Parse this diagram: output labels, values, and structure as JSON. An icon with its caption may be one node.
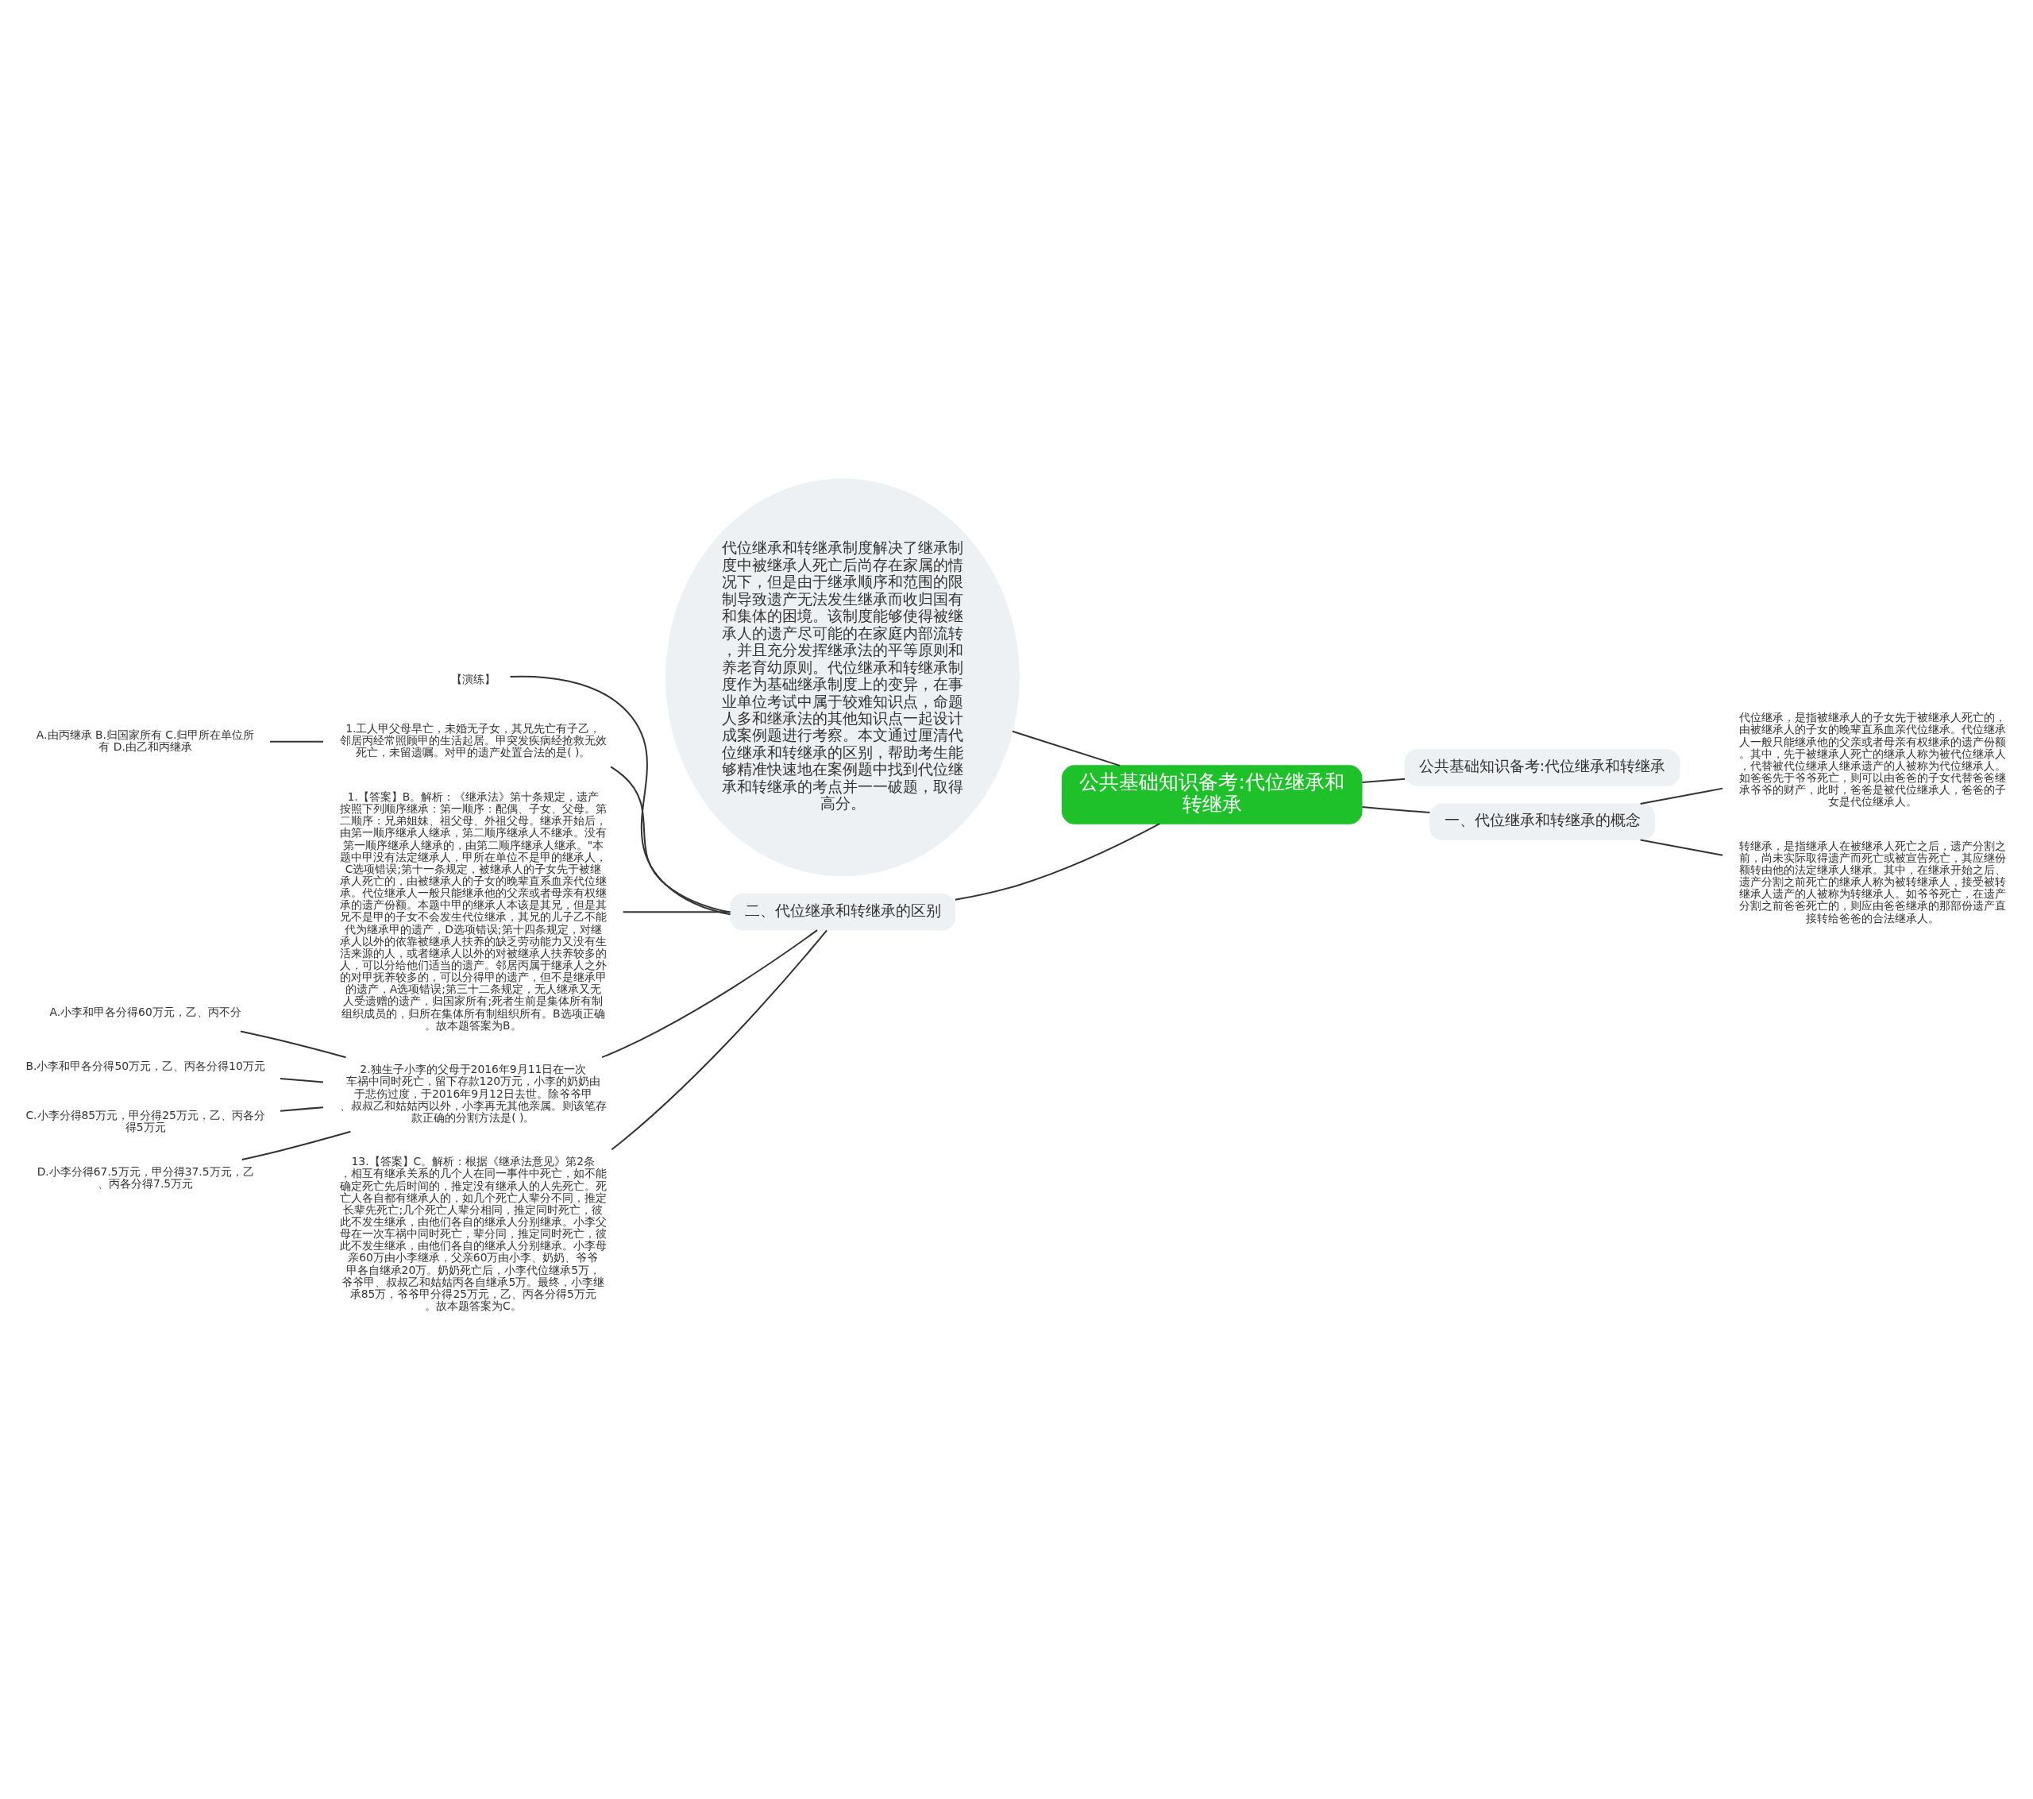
{
  "diagram": {
    "nodes": [
      {
        "text": [
          "公共基础知识备考:代位继承和转继承"
        ]
      },
      {
        "text": [
          "代位继承和转继承制度解决了继承制度中被继承人死亡后尚存在家属的情况下，但是由于继承顺序和范围的限制导致遗产无法发生继承而收归国有和集体的困境。该制度能够使得被继承人的遗产尽可能的在家庭内部流转，并且充分发挥继承法的平等原则和养老育幼原则。代位继承和转继承制度作为基础继承制度上的变异，在事业单位考试中属于较难知识点，命题人多和继承法的其他知识点一起设计成案例题进行考察。本文通过厘清代位继承和转继承的区别，帮助考生能够精准快速地在案例题中找到代位继承和转继承的考点并一一破题，取得高分。"
        ]
      },
      {
        "text": [
          "公共基础知识备考:代位继承和转继承"
        ]
      },
      {
        "text": [
          "一、代位继承和转继承的概念"
        ]
      },
      {
        "text": [
          "代位继承，是指被继承人的子女先于被继承人死亡的，由被继承人的子女的晚辈直系血亲代位继承。代位继承人一般只能继承他的父亲或者母亲有权继承的遗产份额。其中，先于被继承人死亡的继承人称为被代位继承人，代替被代位继承人继承遗产的人被称为代位继承人。如爸爸先于爷爷死亡，则可以由爸爸的子女代替爸爸继承爷爷的财产，此时，爸爸是被代位继承人，爸爸的子女是代位继承人。"
        ]
      },
      {
        "text": [
          "转继承，是指继承人在被继承人死亡之后，遗产分割之前，尚未实际取得遗产而死亡或被宣告死亡，其应继份额转由他的法定继承人继承。其中，在继承开始之后、遗产分割之前死亡的继承人称为被转继承人，接受被转继承人遗产的人被称为转继承人。如爷爷死亡，在遗产分割之前爸爸死亡的，则应由爸爸继承的那部份遗产直接转给爸爸的合法继承人。"
        ]
      },
      {
        "text": [
          "二、代位继承和转继承的区别"
        ]
      },
      {
        "text": [
          "【演练】"
        ]
      },
      {
        "text": [
          "1.工人甲父母早亡，未婚无子女，其兄先亡有子乙，邻居丙经常照顾甲的生活起居。甲突发疾病经抢救无效死亡，未留遗嘱。对甲的遗产处置合法的是( )。"
        ]
      },
      {
        "text": [
          "1.【答案】B。解析：《继承法》第十条规定，遗产按照下列顺序继承：第一顺序：配偶、子女、父母。第二顺序：兄弟姐妹、祖父母、外祖父母。继承开始后，由第一顺序继承人继承，第二顺序继承人不继承。没有第一顺序继承人继承的，由第二顺序继承人继承。\"本题中甲没有法定继承人，甲所在单位不是甲的继承人，C选项错误;第十一条规定，被继承人的子女先于被继承人死亡的，由被继承人的子女的晚辈直系血亲代位继承。代位继承人一般只能继承他的父亲或者母亲有权继承的遗产份额。本题中甲的继承人本该是其兄，但是其兄不是甲的子女不会发生代位继承，其兄的儿子乙不能代为继承甲的遗产，D选项错误;第十四条规定，对继承人以外的依靠被继承人扶养的缺乏劳动能力又没有生活来源的人，或者继承人以外的对被继承人扶养较多的人，可以分给他们适当的遗产。邻居丙属于继承人之外的对甲抚养较多的，可以分得甲的遗产，但不是继承甲的遗产，A选项错误;第三十二条规定，无人继承又无人受遗赠的遗产，归国家所有;死者生前是集体所有制组织成员的，归所在集体所有制组织所有。B选项正确。故本题答案为B。"
        ]
      },
      {
        "text": [
          "2.独生子小李的父母于2016年9月11日在一次车祸中同时死亡，留下存款120万元，小李的奶奶由于悲伤过度，于2016年9月12日去世。除爷爷甲、叔叔乙和姑姑丙以外，小李再无其他亲属。则该笔存款正确的分割方法是( )。"
        ]
      },
      {
        "text": [
          "13.【答案】C。解析：根据《继承法意见》第2条，相互有继承关系的几个人在同一事件中死亡，如不能确定死亡先后时间的，推定没有继承人的人先死亡。死亡人各自都有继承人的，如几个死亡人辈分不同，推定长辈先死亡;几个死亡人辈分相同，推定同时死亡，彼此不发生继承，由他们各自的继承人分别继承。小李父母在一次车祸中同时死亡，辈分同，推定同时死亡，彼此不发生继承，由他们各自的继承人分别继承。小李母亲60万由小李继承，父亲60万由小李、奶奶、爷爷甲各自继承20万。奶奶死亡后，小李代位继承5万，爷爷甲、叔叔乙和姑姑丙各自继承5万。最终，小李继承85万，爷爷甲分得25万元，乙、丙各分得5万元。故本题答案为C。"
        ]
      },
      {
        "text": [
          "A.由丙继承 B.归国家所有 C.归甲所在单位所有 D.由乙和丙继承"
        ]
      },
      {
        "text": [
          "A.小李和甲各分得60万元，乙、丙不分"
        ]
      },
      {
        "text": [
          "B.小李和甲各分得50万元，乙、丙各分得10万元"
        ]
      },
      {
        "text": [
          "C.小李分得85万元，甲分得25万元，乙、丙各分得5万元"
        ]
      },
      {
        "text": [
          "D.小李分得67.5万元，甲分得37.5万元，乙、丙各分得7.5万元"
        ]
      }
    ],
    "edges": [
      {
        "from": 0,
        "to": 1,
        "arrow": "none"
      },
      {
        "from": 0,
        "to": 2,
        "arrow": "none"
      },
      {
        "from": 0,
        "to": 3,
        "arrow": "none"
      },
      {
        "from": 3,
        "to": 4,
        "arrow": "none"
      },
      {
        "from": 3,
        "to": 5,
        "arrow": "none"
      },
      {
        "from": 0,
        "to": 6,
        "arrow": "none"
      },
      {
        "from": 6,
        "to": 7,
        "arrow": "none"
      },
      {
        "from": 6,
        "to": 8,
        "arrow": "none"
      },
      {
        "from": 6,
        "to": 9,
        "arrow": "none"
      },
      {
        "from": 6,
        "to": 10,
        "arrow": "none"
      },
      {
        "from": 6,
        "to": 11,
        "arrow": "none"
      },
      {
        "from": 8,
        "to": 12,
        "arrow": "none"
      },
      {
        "from": 10,
        "to": 13,
        "arrow": "none"
      },
      {
        "from": 10,
        "to": 14,
        "arrow": "none"
      },
      {
        "from": 10,
        "to": 15,
        "arrow": "none"
      },
      {
        "from": 10,
        "to": 16,
        "arrow": "none"
      }
    ]
  }
}
